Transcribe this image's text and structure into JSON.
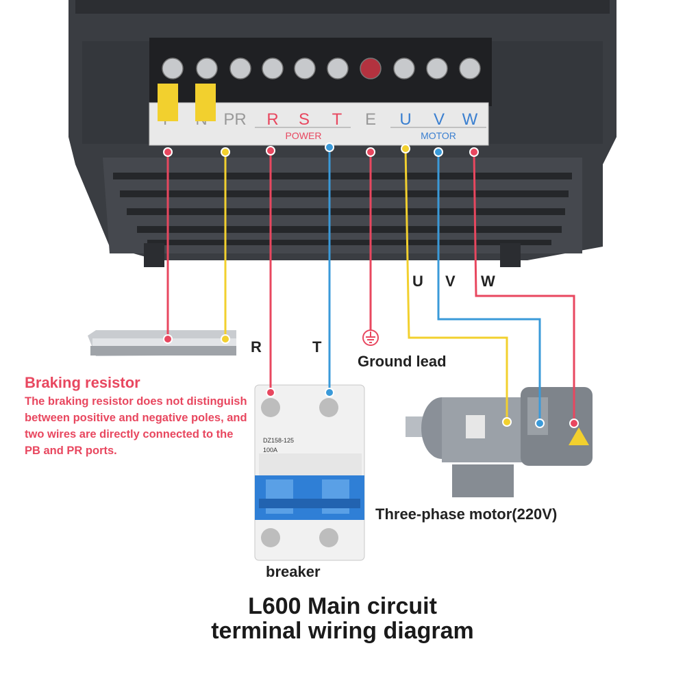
{
  "terminals": {
    "letters": [
      "P",
      "N",
      "PR",
      "R",
      "S",
      "T",
      "E",
      "U",
      "V",
      "W"
    ],
    "power_label": "POWER",
    "motor_label": "MOTOR"
  },
  "wire_labels": {
    "r": "R",
    "t": "T",
    "u": "U",
    "v": "V",
    "w": "W"
  },
  "breaker": {
    "label": "breaker",
    "model": "DZ158-125",
    "rating": "100A"
  },
  "braking_resistor": {
    "title": "Braking resistor",
    "description": "The braking resistor does not distinguish between positive and negative poles, and two wires are directly connected to the PB and PR ports."
  },
  "ground": {
    "label": "Ground lead"
  },
  "motor": {
    "label": "Three-phase motor(220V)"
  },
  "title": {
    "line1": "L600  Main circuit",
    "line2": "terminal wiring diagram"
  },
  "colors": {
    "red_wire": "#e8475f",
    "blue_wire": "#3a9ad9",
    "yellow_wire": "#f2d02e",
    "device_body": "#3a3d42",
    "breaker_blue": "#2f7fd6"
  }
}
